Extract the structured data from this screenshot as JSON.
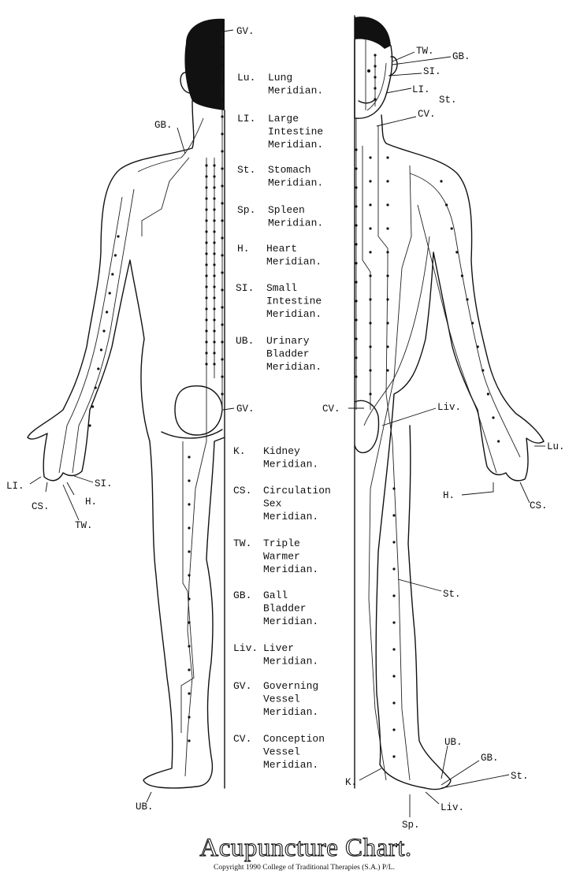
{
  "title": "Acupuncture Chart.",
  "copyright": "Copyright 1990 College of Traditional Therapies (S.A.) P/L.",
  "legend": [
    {
      "abbr": "Lu.",
      "lines": [
        "Lung",
        "Meridian."
      ]
    },
    {
      "abbr": "LI.",
      "lines": [
        "Large",
        "Intestine",
        "Meridian."
      ]
    },
    {
      "abbr": "St.",
      "lines": [
        "Stomach",
        "Meridian."
      ]
    },
    {
      "abbr": "Sp.",
      "lines": [
        "Spleen",
        "Meridian."
      ]
    },
    {
      "abbr": "H.",
      "lines": [
        "Heart",
        "Meridian."
      ]
    },
    {
      "abbr": "SI.",
      "lines": [
        "Small",
        "Intestine",
        "Meridian."
      ]
    },
    {
      "abbr": "UB.",
      "lines": [
        "Urinary",
        "Bladder",
        "Meridian."
      ]
    },
    {
      "abbr": "K.",
      "lines": [
        "Kidney",
        "Meridian."
      ]
    },
    {
      "abbr": "CS.",
      "lines": [
        "Circulation",
        "Sex",
        "Meridian."
      ]
    },
    {
      "abbr": "TW.",
      "lines": [
        "Triple",
        "Warmer",
        "Meridian."
      ]
    },
    {
      "abbr": "GB.",
      "lines": [
        "Gall",
        "Bladder",
        "Meridian."
      ]
    },
    {
      "abbr": "Liv.",
      "lines": [
        "Liver",
        "Meridian."
      ]
    },
    {
      "abbr": "GV.",
      "lines": [
        "Governing",
        "Vessel",
        "Meridian."
      ]
    },
    {
      "abbr": "CV.",
      "lines": [
        "Conception",
        "Vessel",
        "Meridian."
      ]
    }
  ],
  "back_labels": {
    "gv_head": "GV.",
    "gb_shoulder": "GB.",
    "gv_sacrum": "GV.",
    "li_hand": "LI.",
    "si_hand": "SI.",
    "cs_hand": "CS.",
    "h_hand": "H.",
    "tw_hand": "TW.",
    "ub_foot": "UB."
  },
  "front_labels": {
    "tw_head": "TW.",
    "gb_head": "GB.",
    "si_face": "SI.",
    "li_face": "LI.",
    "st_face": "St.",
    "cv_neck": "CV.",
    "cv_pelvis": "CV.",
    "liv_thigh": "Liv.",
    "lu_hand": "Lu.",
    "h_hand": "H.",
    "cs_hand": "CS.",
    "st_leg": "St.",
    "ub_foot": "UB.",
    "gb_foot": "GB.",
    "st_foot": "St.",
    "k_foot": "K.",
    "liv_foot": "Liv.",
    "sp_foot": "Sp."
  }
}
